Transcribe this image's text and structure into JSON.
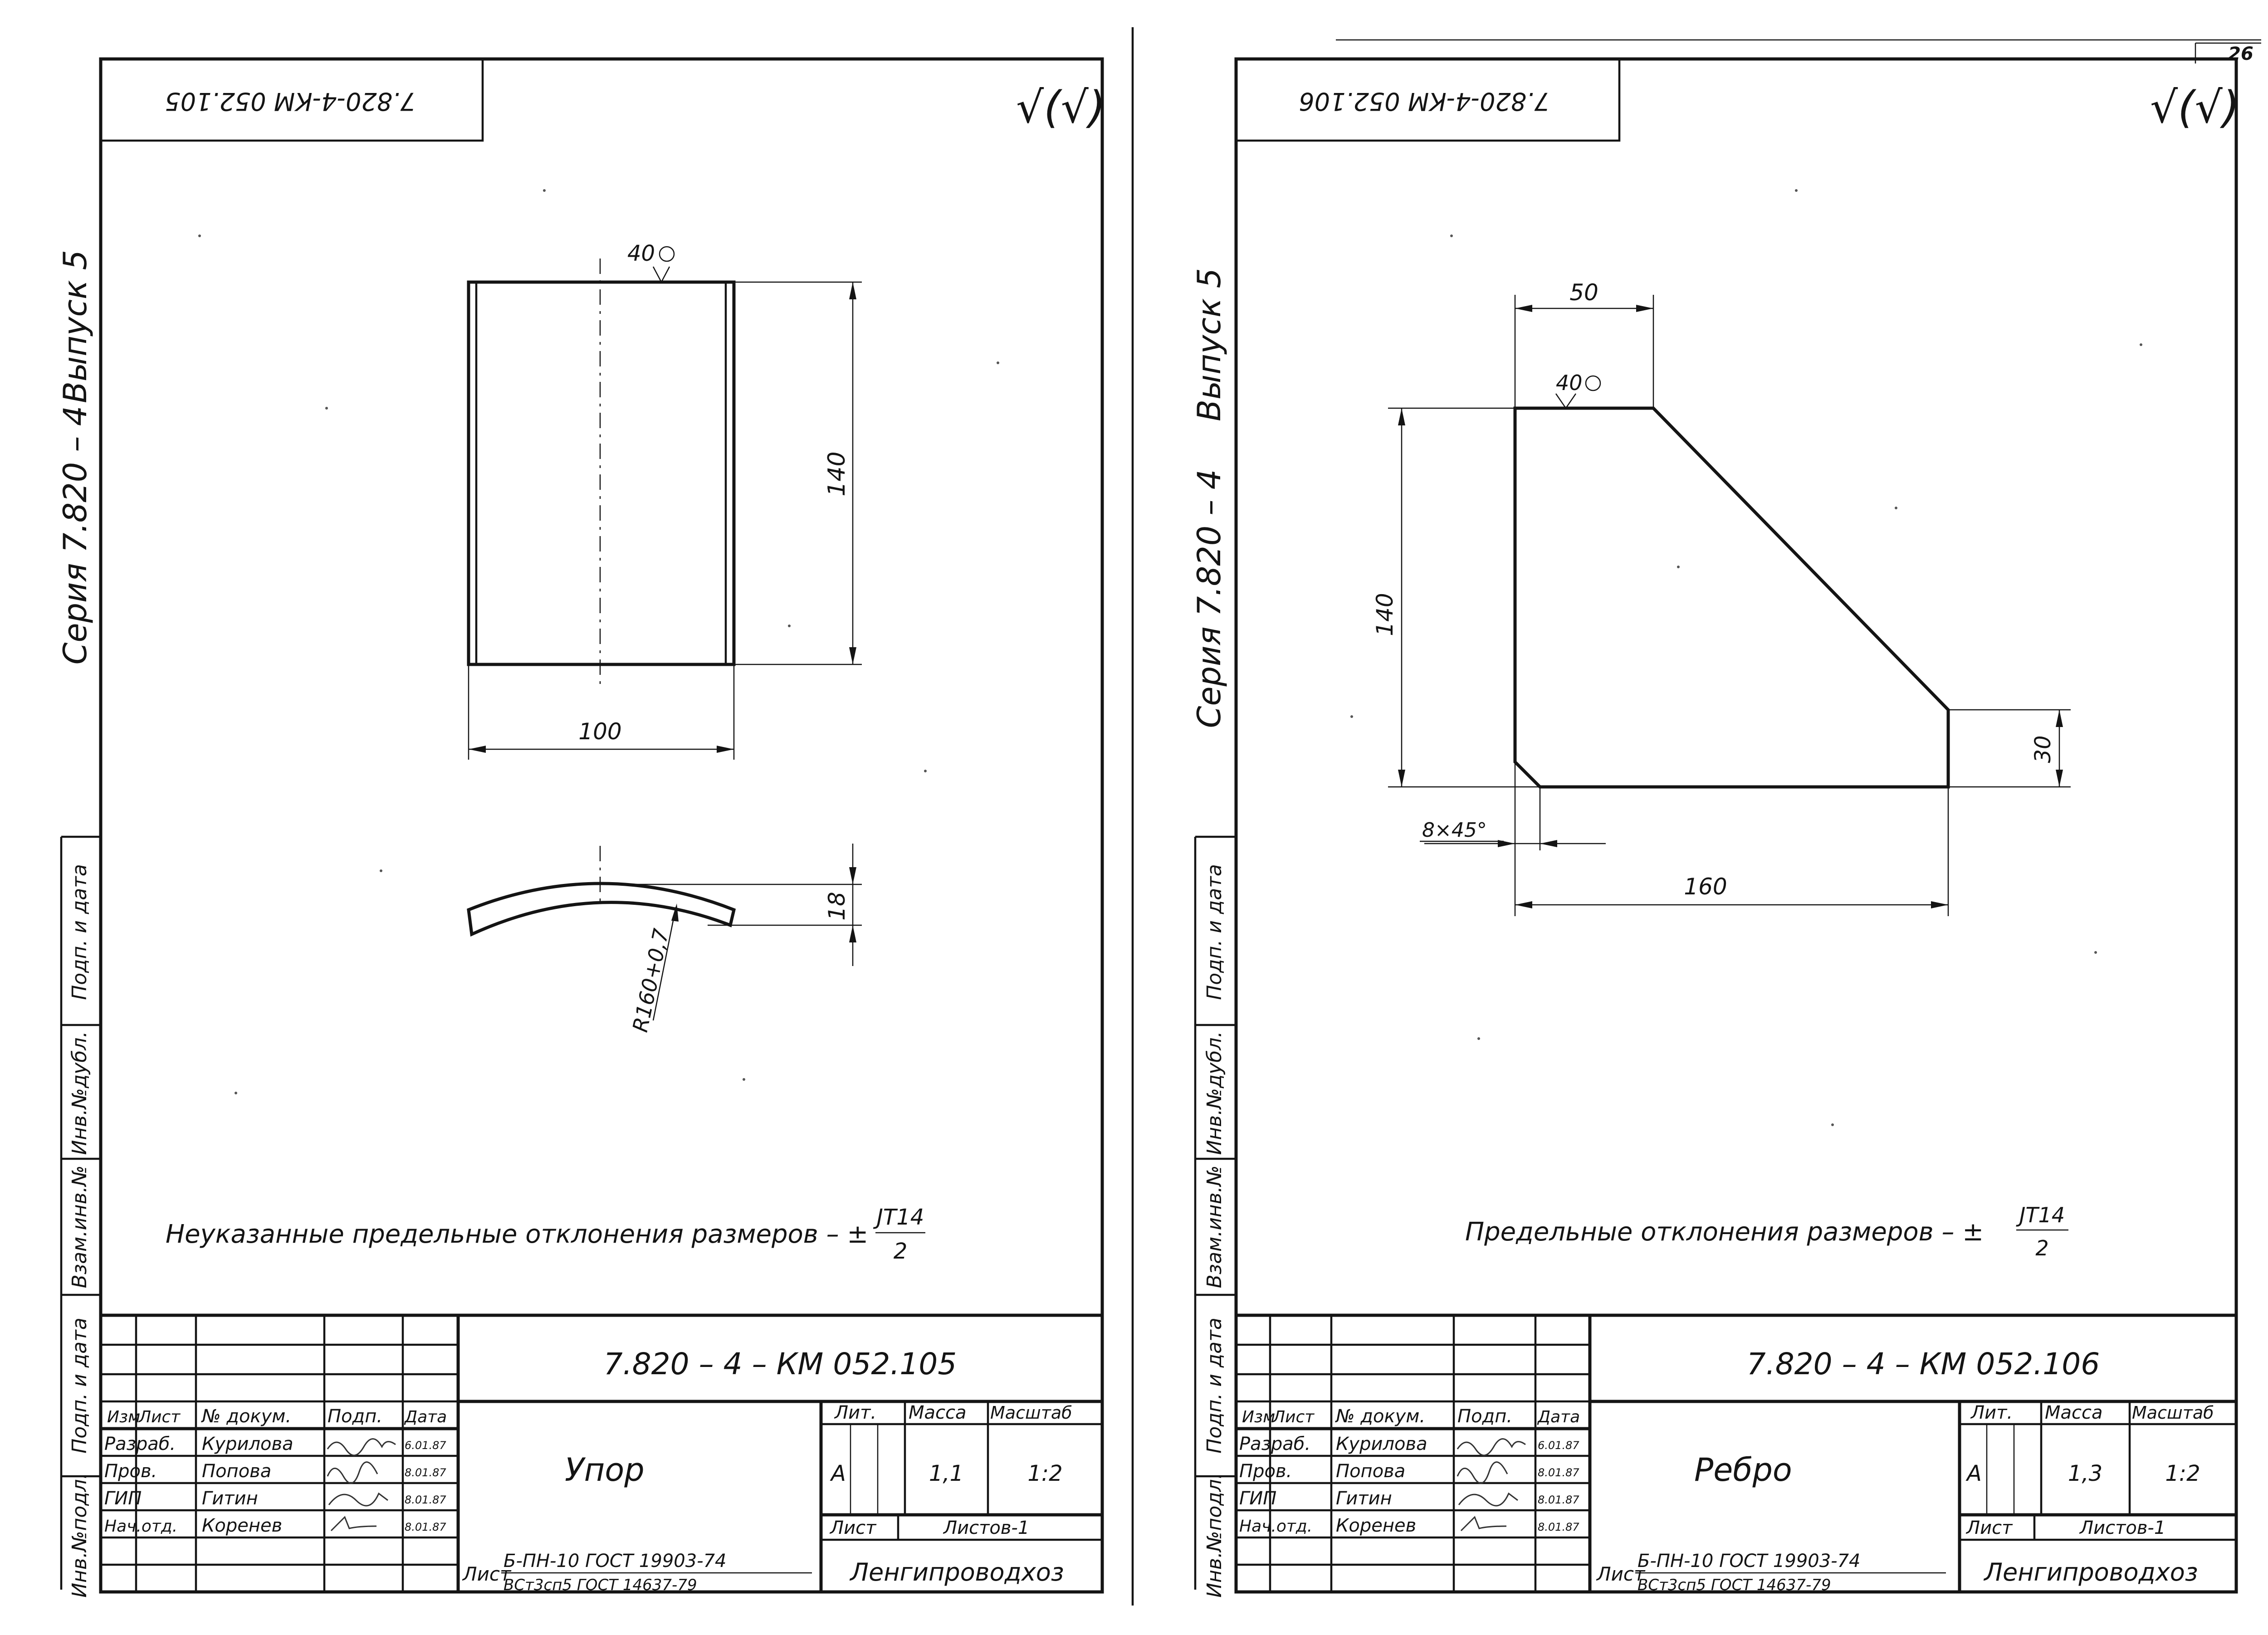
{
  "page_number": "26",
  "sheets": [
    {
      "id": "sheet-105",
      "stamp_code": "7.820-4-КМ 052.105",
      "roughness": "√(√)",
      "series": "Серия  7.820 – 4",
      "issue": "Выпуск 5",
      "weld_mark": "40",
      "dim_width": "100",
      "dim_height": "140",
      "dim_thickness": "18",
      "dim_radius": "R160+0,7",
      "note_prefix": "Неуказанные  предельные  отклонения  размеров – ±",
      "note_num": "JT14",
      "note_den": "2",
      "side_cols": [
        "Взам.инв.№",
        "Инв.№дубл.",
        "Подп. и дата",
        "Подп. и дата",
        "Инв.№подл."
      ],
      "tb": {
        "doc_code": "7.820 – 4 – КМ 052.105",
        "hdr_izm": "Изм",
        "hdr_list": "Лист",
        "hdr_ndoc": "№ докум.",
        "hdr_podp": "Подп.",
        "hdr_data": "Дата",
        "rows": [
          {
            "role": "Разраб.",
            "name": "Курилова",
            "date": "6.01.87"
          },
          {
            "role": "Пров.",
            "name": "Попова",
            "date": "8.01.87"
          },
          {
            "role": "ГИП",
            "name": "Гитин",
            "date": "8.01.87"
          },
          {
            "role": "Нач.отд.",
            "name": "Коренев",
            "date": "8.01.87"
          }
        ],
        "title": "Упор",
        "lit_label": "Лит.",
        "mass_label": "Масса",
        "scale_label": "Масштаб",
        "lit": "А",
        "mass": "1,1",
        "scale": "1:2",
        "sheet_label": "Лист",
        "sheets_label": "Листов-1",
        "material_prefix": "Лист",
        "material_1": "Б-ПН-10  ГОСТ 19903-74",
        "material_2": "ВСт3сп5  ГОСТ 14637-79",
        "org": "Ленгипроводхоз"
      }
    },
    {
      "id": "sheet-106",
      "stamp_code": "7.820-4-КМ 052.106",
      "roughness": "√(√)",
      "series": "Серия  7.820 – 4",
      "issue": "Выпуск 5",
      "weld_mark": "40",
      "dim_top": "50",
      "dim_height": "140",
      "dim_side": "30",
      "dim_bottom": "160",
      "chamfer": "8×45°",
      "note_prefix": "Предельные  отклонения  размеров – ±",
      "note_num": "JT14",
      "note_den": "2",
      "side_cols": [
        "Взам.инв.№",
        "Инв.№дубл.",
        "Подп. и дата",
        "Подп. и дата",
        "Инв.№подл."
      ],
      "tb": {
        "doc_code": "7.820 – 4 – КМ 052.106",
        "hdr_izm": "Изм",
        "hdr_list": "Лист",
        "hdr_ndoc": "№ докум.",
        "hdr_podp": "Подп.",
        "hdr_data": "Дата",
        "rows": [
          {
            "role": "Разраб.",
            "name": "Курилова",
            "date": "6.01.87"
          },
          {
            "role": "Пров.",
            "name": "Попова",
            "date": "8.01.87"
          },
          {
            "role": "ГИП",
            "name": "Гитин",
            "date": "8.01.87"
          },
          {
            "role": "Нач.отд.",
            "name": "Коренев",
            "date": "8.01.87"
          }
        ],
        "title": "Ребро",
        "lit_label": "Лит.",
        "mass_label": "Масса",
        "scale_label": "Масштаб",
        "lit": "А",
        "mass": "1,3",
        "scale": "1:2",
        "sheet_label": "Лист",
        "sheets_label": "Листов-1",
        "material_prefix": "Лист",
        "material_1": "Б-ПН-10  ГОСТ 19903-74",
        "material_2": "ВСт3сп5  ГОСТ 14637-79",
        "org": "Ленгипроводхоз"
      }
    }
  ]
}
